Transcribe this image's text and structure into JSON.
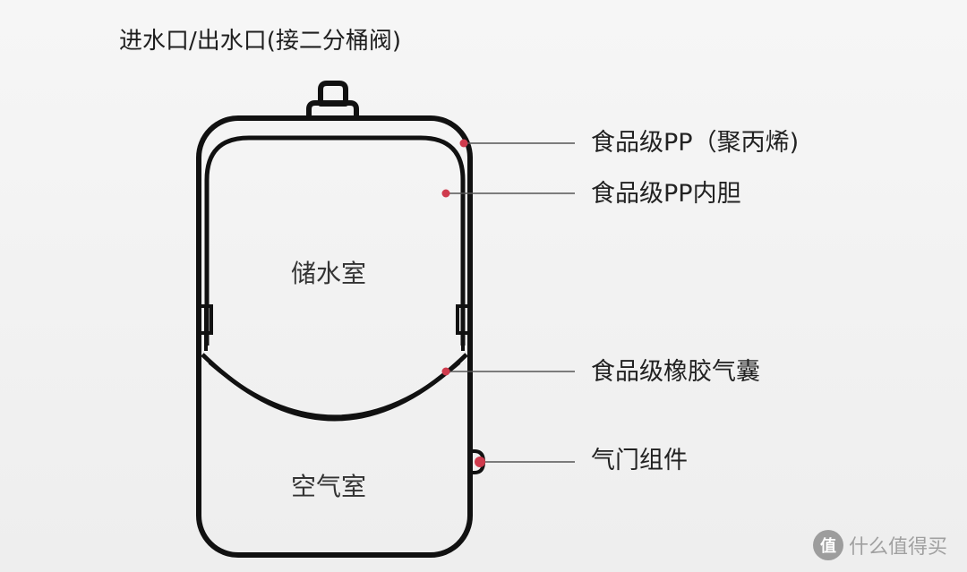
{
  "title": "进水口/出水口(接二分桶阀)",
  "chambers": {
    "water": "储水室",
    "air": "空气室"
  },
  "callouts": [
    {
      "label": "食品级PP（聚丙烯)"
    },
    {
      "label": "食品级PP内胆"
    },
    {
      "label": "食品级橡胶气囊"
    },
    {
      "label": "气门组件"
    }
  ],
  "watermark": {
    "logo": "值",
    "text": "什么值得买"
  },
  "colors": {
    "outline": "#111111",
    "callout_line": "#555555",
    "callout_dot": "#cf3b4d",
    "watermark": "#a0a0a0"
  }
}
